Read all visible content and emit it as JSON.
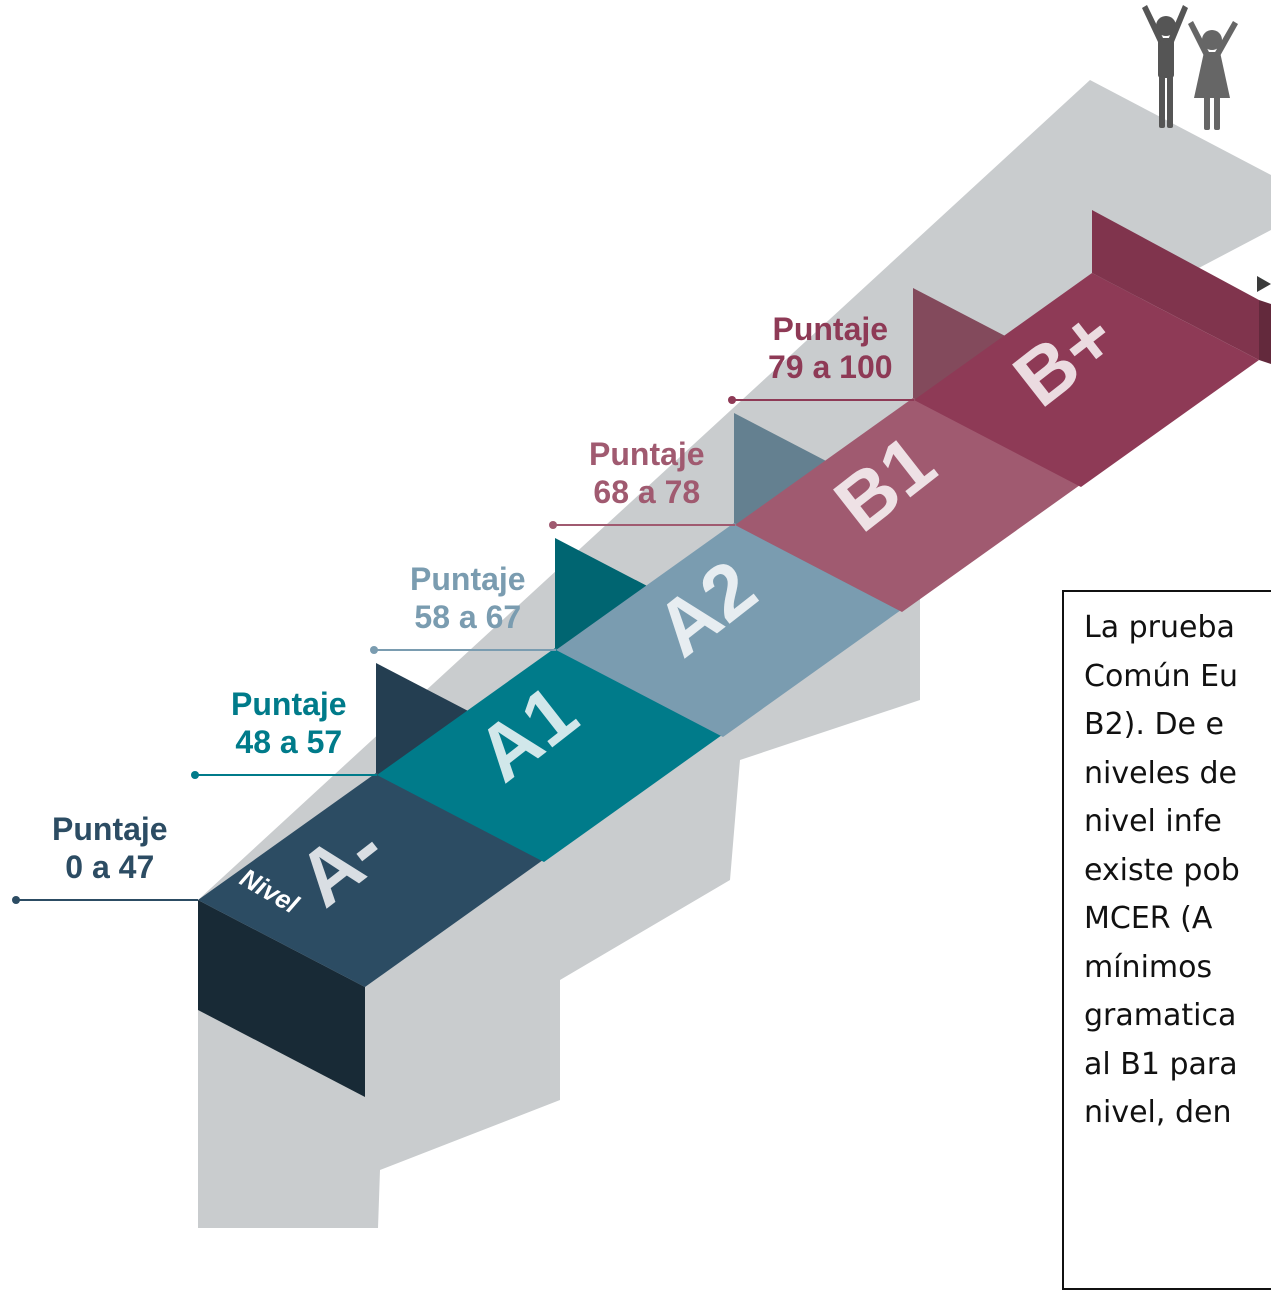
{
  "steps": [
    {
      "level": "A-",
      "score_label": "Puntaje",
      "score_range": "0 a 47",
      "color": "#2C4C63"
    },
    {
      "level": "A1",
      "score_label": "Puntaje",
      "score_range": "48 a 57",
      "color": "#007B8A"
    },
    {
      "level": "A2",
      "score_label": "Puntaje",
      "score_range": "58 a 67",
      "color": "#7A9CB0"
    },
    {
      "level": "B1",
      "score_label": "Puntaje",
      "score_range": "68 a 78",
      "color": "#A05A70"
    },
    {
      "level": "B+",
      "score_label": "Puntaje",
      "score_range": "79 a 100",
      "color": "#8E3A56"
    }
  ],
  "nivel_label": "Nivel",
  "note_lines": [
    "La prueba",
    "Común Eu",
    "B2).  De  e",
    "niveles de",
    "nivel  infe",
    "existe pob",
    "MCER   (A",
    "mínimos",
    "gramatica",
    "al  B1  para",
    "nivel, den"
  ],
  "icons": [
    "people-celebrating-icon",
    "arrow-right-icon"
  ]
}
